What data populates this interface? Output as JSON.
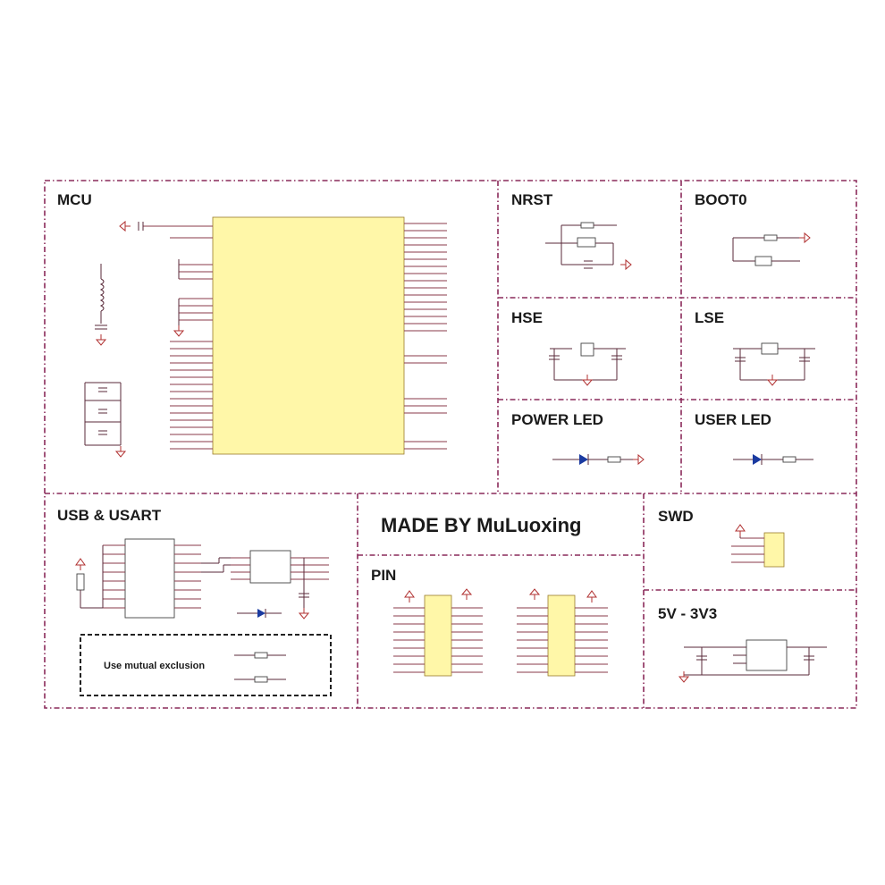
{
  "sections": {
    "mcu": "MCU",
    "nrst": "NRST",
    "boot0": "BOOT0",
    "hse": "HSE",
    "lse": "LSE",
    "power_led": "POWER LED",
    "user_led": "USER LED",
    "usb_usart": "USB & USART",
    "made_by": "MADE BY MuLuoxing",
    "swd": "SWD",
    "pin": "PIN",
    "v5_3v3": "5V - 3V3"
  },
  "usb_note": "Use mutual exclusion",
  "colors": {
    "border": "#8a2a5a",
    "chip_fill": "#fff7a8",
    "ground_symbol": "#b03030",
    "led_fill": "#1a3aa0",
    "wire": "#5a2a3a"
  }
}
